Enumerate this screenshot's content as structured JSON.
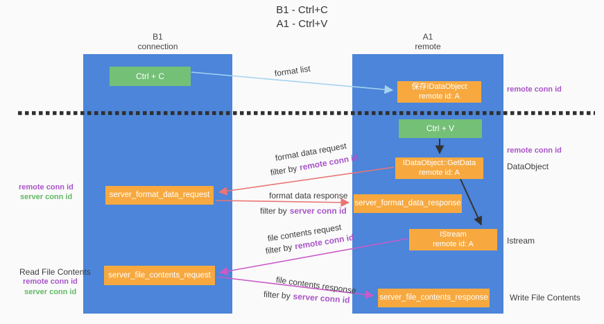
{
  "title": {
    "line1": "B1 - Ctrl+C",
    "line2": "A1 - Ctrl+V"
  },
  "columns": {
    "left": {
      "header_line1": "B1",
      "header_line2": "connection"
    },
    "right": {
      "header_line1": "A1",
      "header_line2": "remote"
    }
  },
  "boxes": {
    "ctrl_c": {
      "label": "Ctrl + C"
    },
    "ctrl_v": {
      "label": "Ctrl + V"
    },
    "save_dataobject": {
      "line1": "保存IDataObject",
      "line2": "remote id: A"
    },
    "getdata": {
      "line1": "IDataObject::GetData",
      "line2": "remote id: A"
    },
    "istream": {
      "line1": "IStream",
      "line2": "remote id: A"
    },
    "server_format_data_request": {
      "label": "server_format_data_request"
    },
    "server_format_data_response": {
      "label": "server_format_data_response"
    },
    "server_file_contents_request": {
      "label": "server_file_contents_request"
    },
    "server_file_contents_response": {
      "label": "server_file_contents_response"
    }
  },
  "flow": {
    "format_list": "format list",
    "format_data_request": "format data request",
    "format_data_response": "format data response",
    "file_contents_request": "file contents request",
    "file_contents_response": "file contents response",
    "filter_by": "filter by",
    "remote_conn_id": "remote conn id",
    "server_conn_id": "server conn id"
  },
  "side": {
    "remote_conn_id": "remote conn id",
    "server_conn_id": "server conn id",
    "read_file_contents": "Read File Contents",
    "write_file_contents": "Write File Contents",
    "dataobject": "DataObject",
    "istream": "Istream"
  },
  "colors": {
    "lifeline_blue": "#4c85d9",
    "box_green": "#74c077",
    "box_orange": "#f7a93f",
    "conn_purple": "#a855c8",
    "conn_green": "#62b965",
    "arrow_red": "#ea7575",
    "arrow_magenta": "#c95bc9",
    "arrow_blue": "#a5d3f0",
    "arrow_black": "#333333"
  }
}
